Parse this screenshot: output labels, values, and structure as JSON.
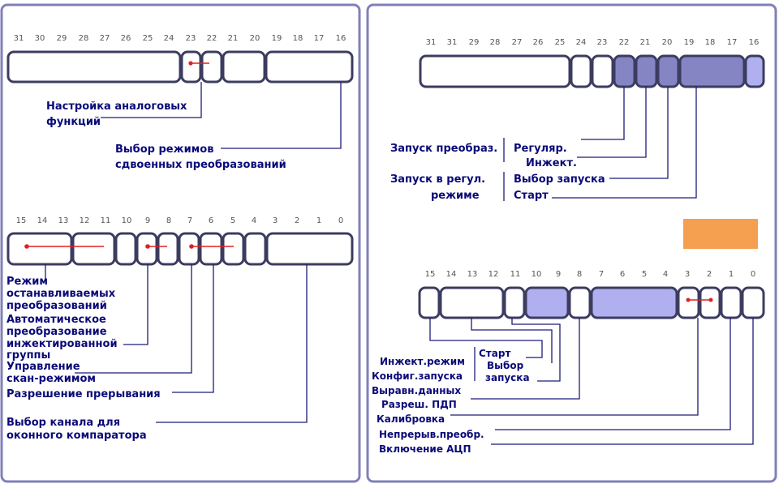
{
  "colors": {
    "frame": "#8080b8",
    "field_fill": "#ffffff",
    "field_stroke": "#3c3c60",
    "highlight_dark": "#8585c4",
    "highlight_light": "#b0b0f0",
    "label_text": "#0a0a78",
    "marker_red": "#e02020",
    "orange_block": "#f5a050"
  },
  "left_top": {
    "bits": [
      "31",
      "30",
      "29",
      "28",
      "27",
      "26",
      "25",
      "24",
      "23",
      "22",
      "21",
      "20",
      "19",
      "18",
      "17",
      "16"
    ],
    "label_analog_1": "Настройка аналоговых",
    "label_analog_2": "функций",
    "label_dual_1": "Выбор режимов",
    "label_dual_2": "сдвоенных преобразований"
  },
  "left_bottom": {
    "bits": [
      "15",
      "14",
      "13",
      "12",
      "11",
      "10",
      "9",
      "8",
      "7",
      "6",
      "5",
      "4",
      "3",
      "2",
      "1",
      "0"
    ],
    "label_stop_1": "Режим",
    "label_stop_2": "останавливаемых",
    "label_stop_3": "преобразований",
    "label_auto_1": "Автоматическое",
    "label_auto_2": "преобразование",
    "label_auto_3": "инжектированной",
    "label_auto_4": "группы",
    "label_scan_1": "Управление",
    "label_scan_2": "скан-режимом",
    "label_irq": "Разрешение прерывания",
    "label_win_1": "Выбор канала для",
    "label_win_2": "оконного компаратора"
  },
  "right_top": {
    "bits": [
      "31",
      "31",
      "29",
      "28",
      "27",
      "26",
      "25",
      "24",
      "23",
      "22",
      "21",
      "20",
      "19",
      "18",
      "17",
      "16"
    ],
    "label_launch": "Запуск преобраз.",
    "label_regular": "Регуляр.",
    "label_inject": "Инжект.",
    "label_regmode_1": "Запуск в регул.",
    "label_regmode_2": "режиме",
    "label_select": "Выбор запуска",
    "label_start": "Старт"
  },
  "right_bottom": {
    "bits": [
      "15",
      "14",
      "13",
      "12",
      "11",
      "10",
      "9",
      "8",
      "7",
      "6",
      "5",
      "4",
      "3",
      "2",
      "1",
      "0"
    ],
    "label_start": "Старт",
    "label_select_1": "Выбор",
    "label_select_2": "запуска",
    "label_inj_mode": "Инжект.режим",
    "label_cfg": "Конфиг.запуска",
    "label_align": "Выравн.данных",
    "label_dma": "Разреш. ПДП",
    "label_calib": "Калибровка",
    "label_cont": "Непрерыв.преобр.",
    "label_adon": "Включение АЦП"
  }
}
